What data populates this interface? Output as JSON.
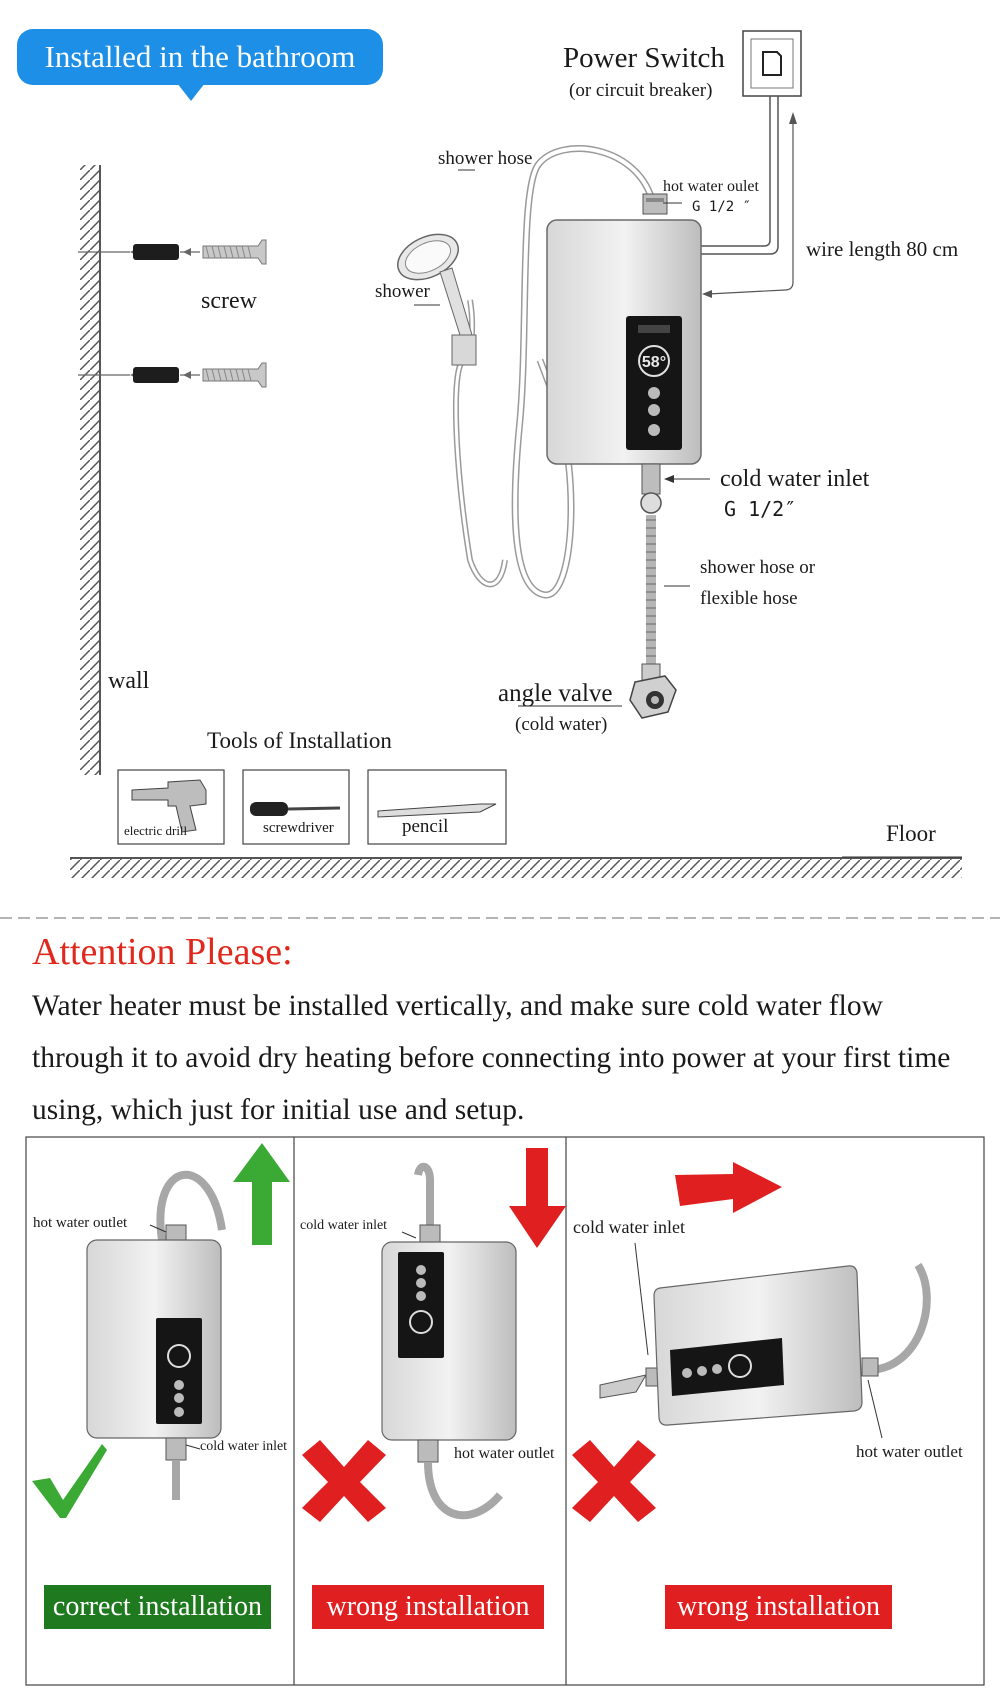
{
  "header": {
    "bubble": "Installed in the bathroom"
  },
  "power": {
    "title": "Power Switch",
    "subtitle": "(or circuit breaker)"
  },
  "labels": {
    "shower_hose": "shower hose",
    "hot_water_outlet": "hot water oulet",
    "hot_thread": "G 1/2 ″",
    "wire_length": "wire length 80 cm",
    "screw": "screw",
    "shower": "shower",
    "cold_water_inlet": "cold water inlet",
    "cold_thread": "G 1/2″",
    "flex_line1": "shower hose or",
    "flex_line2": "flexible hose",
    "wall": "wall",
    "angle_valve": "angle valve",
    "angle_valve_sub": "(cold water)",
    "floor": "Floor"
  },
  "tools": {
    "title": "Tools of Installation",
    "items": [
      "electric drill",
      "screwdriver",
      "pencil"
    ]
  },
  "attention": {
    "heading": "Attention Please:",
    "text": "Water heater must be installed vertically, and make sure cold water flow through it to avoid dry heating before connecting into power at your first time using, which just for initial use and setup."
  },
  "panels": [
    {
      "top_label": "hot water outlet",
      "bottom_label": "cold water inlet",
      "status": "correct installation",
      "status_color": "#1f7a1f"
    },
    {
      "top_label": "cold water inlet",
      "bottom_label": "hot water outlet",
      "status": "wrong installation",
      "status_color": "#e02020"
    },
    {
      "top_label": "cold water inlet",
      "bottom_label": "hot water outlet",
      "status": "wrong installation",
      "status_color": "#e02020"
    }
  ],
  "colors": {
    "accent_blue": "#1e8fe6",
    "ok_green": "#3aaa35",
    "bad_red": "#e02020"
  }
}
